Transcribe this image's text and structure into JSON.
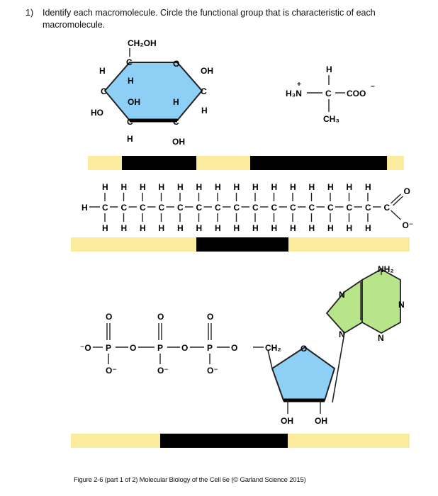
{
  "question": {
    "number": "1)",
    "text": "Identify each macromolecule. Circle the functional group that is characteristic of each macromolecule."
  },
  "glucose": {
    "ch2oh": "CH₂OH",
    "ring_o": "O",
    "c": "C",
    "h": "H",
    "oh": "OH",
    "ho": "HO"
  },
  "amino_acid": {
    "h": "H",
    "nh3": "H₃N",
    "plus": "+",
    "c": "C",
    "coo": "COO",
    "minus": "−",
    "ch3": "CH₃"
  },
  "fatty_acid": {
    "h": "H",
    "c": "C",
    "o": "O",
    "o_minus": "O⁻"
  },
  "nucleotide": {
    "nh2": "NH₂",
    "n": "N",
    "o": "O",
    "p": "P",
    "o_minus": "O⁻",
    "minus_o": "⁻O",
    "ch2": "CH₂",
    "oh": "OH"
  },
  "colors": {
    "glucose_ring": "#8ecff5",
    "ribose_ring": "#8ecff5",
    "base_ring": "#b9e58a",
    "answer_band": "#fbeb9f",
    "answer_box": "#000000"
  },
  "caption": "Figure 2-6 (part 1 of 2) Molecular Biology of the Cell 6e (© Garland Science 2015)"
}
